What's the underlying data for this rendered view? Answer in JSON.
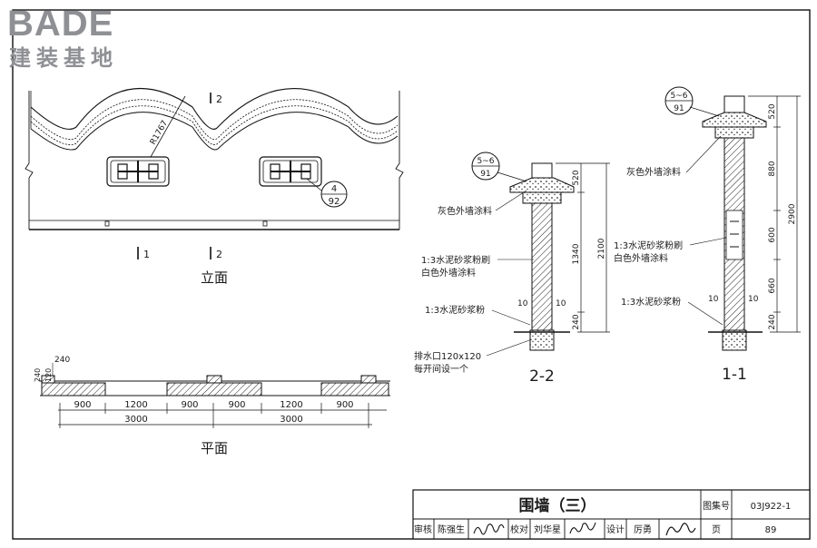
{
  "logo": {
    "brand": "BADE",
    "tagline": "建装基地"
  },
  "elevation": {
    "title": "立面",
    "radius_label": "R1767",
    "section_marks": [
      "1",
      "2"
    ],
    "detail_ref": {
      "top": "4",
      "bottom": "92"
    }
  },
  "plan": {
    "title": "平面",
    "small_dims": [
      "240",
      "240",
      "120"
    ],
    "dims_row1": [
      "900",
      "1200",
      "900",
      "900",
      "1200",
      "900"
    ],
    "dims_row2": [
      "3000",
      "3000"
    ]
  },
  "section_2_2": {
    "title": "2-2",
    "detail_ref": {
      "top": "5~6",
      "bottom": "91"
    },
    "labels": {
      "coating": "灰色外墙涂料",
      "plaster_1": "1:3水泥砂浆粉刷",
      "plaster_2": "白色外墙涂料",
      "base": "1:3水泥砂浆粉",
      "drain_1": "排水口120x120",
      "drain_2": "每开间设一个"
    },
    "dims": [
      "520",
      "1340",
      "240",
      "2100"
    ],
    "offsets": [
      "10",
      "10"
    ]
  },
  "section_1_1": {
    "title": "1-1",
    "detail_ref": {
      "top": "5~6",
      "bottom": "91"
    },
    "labels": {
      "coating": "灰色外墙涂料",
      "plaster_1": "1:3水泥砂浆粉刷",
      "plaster_2": "白色外墙涂料",
      "base": "1:3水泥砂浆粉"
    },
    "dims": [
      "520",
      "880",
      "600",
      "660",
      "240",
      "2900"
    ],
    "offsets": [
      "10",
      "10"
    ]
  },
  "title_block": {
    "drawing_title": "围墙（三）",
    "atlas_label": "图集号",
    "atlas_no": "03J922-1",
    "page_label": "页",
    "page_no": "89",
    "review_label": "审核",
    "reviewer": "陈强生",
    "check_label": "校对",
    "checker": "刘华星",
    "design_label": "设计",
    "designer": "厉勇"
  }
}
